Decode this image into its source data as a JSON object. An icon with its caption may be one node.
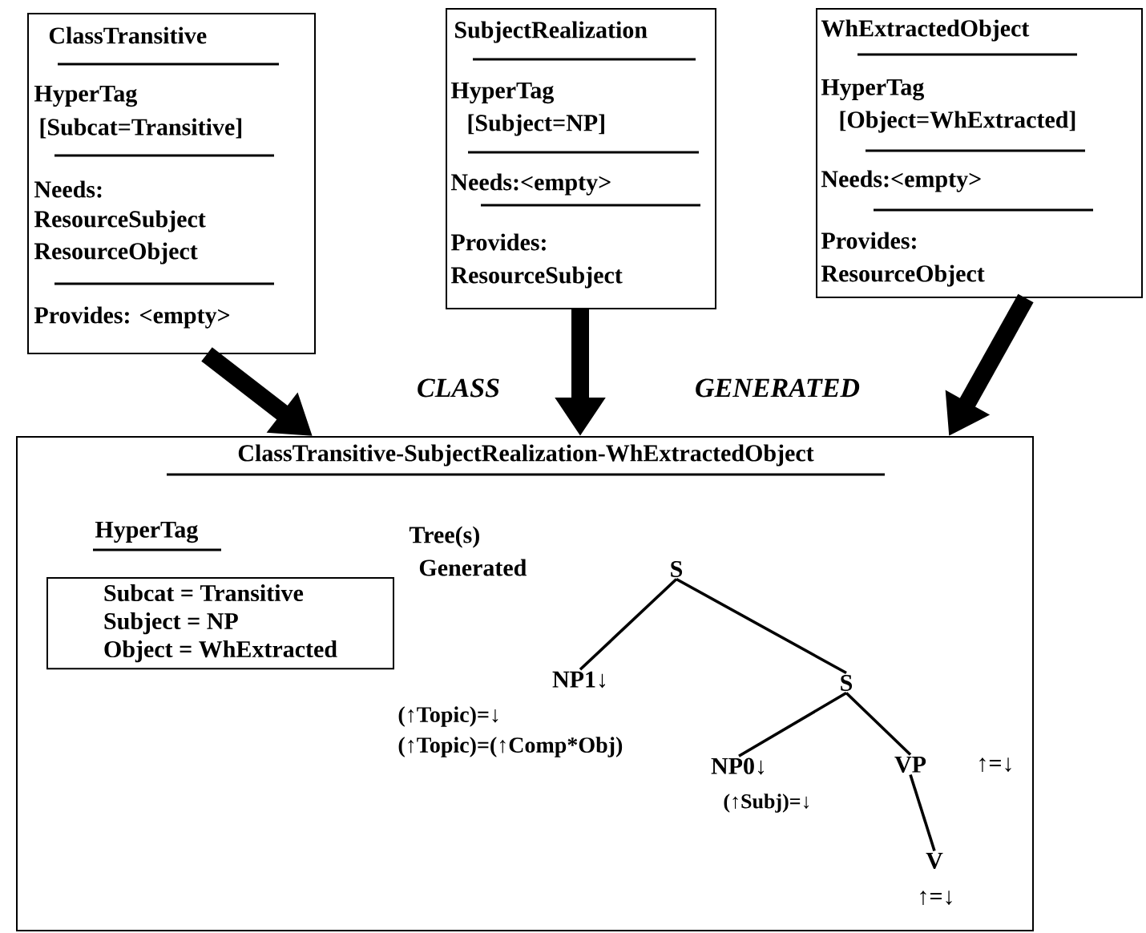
{
  "diagram": {
    "nodes": [
      {
        "text": [
          "ClassTransitive",
          "HyperTag",
          "[Subcat=Transitive]",
          "Needs:",
          "ResourceSubject",
          "ResourceObject",
          "Provides: <empty>"
        ]
      },
      {
        "text": [
          "SubjectRealization",
          "HyperTag",
          "[Subject=NP]",
          "Needs:<empty>",
          "Provides:",
          "ResourceSubject"
        ]
      },
      {
        "text": [
          "WhExtractedObject",
          "HyperTag",
          "[Object=WhExtracted]",
          "Needs:<empty>",
          "Provides:",
          "ResourceObject"
        ]
      },
      {
        "text": [
          "ClassTransitive-SubjectRealization-WhExtractedObject"
        ]
      },
      {
        "text": [
          "HyperTag",
          "Subcat = Transitive",
          "Subject = NP",
          "Object = WhExtracted"
        ],
        "in": 3
      },
      {
        "text": [
          "S"
        ],
        "in": 3
      },
      {
        "text": [
          "NP1↓"
        ],
        "beside": [
          "(↑Topic)=↓",
          "(↑Topic)=(↑Comp*Obj)"
        ],
        "in": 3
      },
      {
        "text": [
          "S"
        ],
        "in": 3
      },
      {
        "text": [
          "NP0↓"
        ],
        "beside": [
          "(↑Subj)=↓"
        ],
        "in": 3
      },
      {
        "text": [
          "VP"
        ],
        "beside": [
          "↑=↓"
        ],
        "in": 3
      },
      {
        "text": [
          "V"
        ],
        "beside": [
          "↑=↓"
        ],
        "in": 3
      }
    ],
    "edges": [
      {
        "from": 0,
        "to": 3,
        "arrow": "to",
        "style": "thick"
      },
      {
        "from": 1,
        "to": 3,
        "arrow": "to",
        "style": "thick"
      },
      {
        "from": 2,
        "to": 3,
        "arrow": "to",
        "style": "thick"
      },
      {
        "from": 5,
        "to": 6,
        "arrow": "none"
      },
      {
        "from": 5,
        "to": 7,
        "arrow": "none"
      },
      {
        "from": 7,
        "to": 8,
        "arrow": "none"
      },
      {
        "from": 7,
        "to": 9,
        "arrow": "none"
      },
      {
        "from": 9,
        "to": 10,
        "arrow": "none"
      }
    ],
    "labels": [
      "CLASS",
      "GENERATED",
      "Tree(s)",
      "Generated"
    ]
  }
}
